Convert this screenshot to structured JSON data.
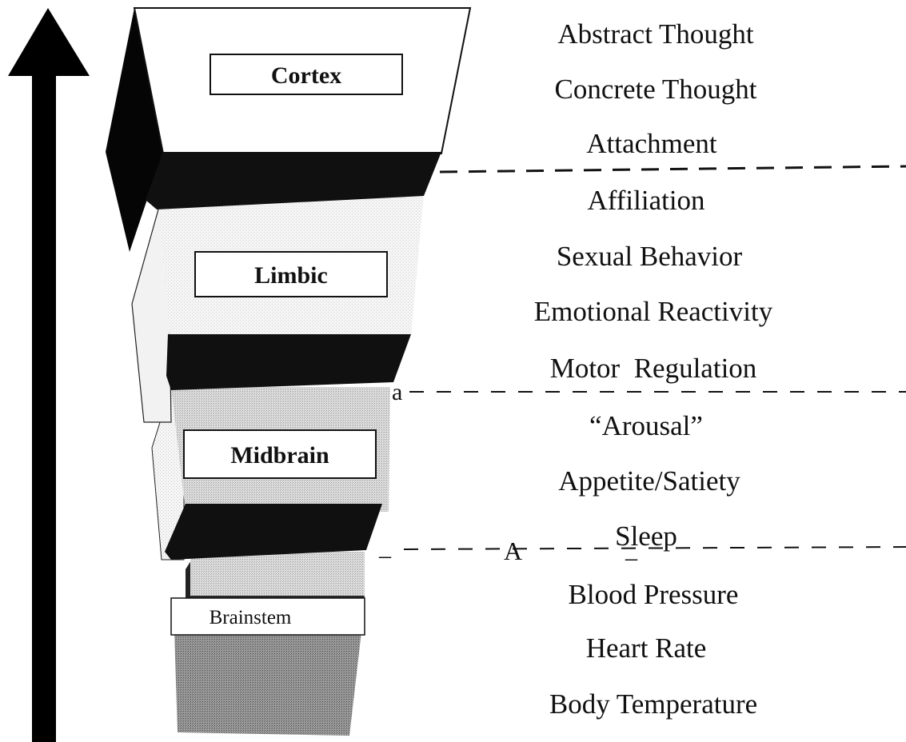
{
  "regions": {
    "cortex": "Cortex",
    "limbic": "Limbic",
    "midbrain": "Midbrain",
    "brainstem": "Brainstem"
  },
  "functions": [
    "Abstract Thought",
    "Concrete Thought",
    "Attachment",
    "Affiliation",
    "Sexual Behavior",
    "Emotional Reactivity",
    "Motor  Regulation",
    "“Arousal”",
    "Appetite/Satiety",
    "Sleep",
    "Blood Pressure",
    "Heart Rate",
    "Body Temperature"
  ],
  "marks": {
    "a": "a",
    "A": "A",
    "dash": "_"
  },
  "colors": {
    "ink": "#111111",
    "paper": "#ffffff",
    "limbic_fill": "#f4f4f4",
    "midbrain_fill": "#d8d8d8",
    "brainstem_fill": "#bdbdbd"
  }
}
